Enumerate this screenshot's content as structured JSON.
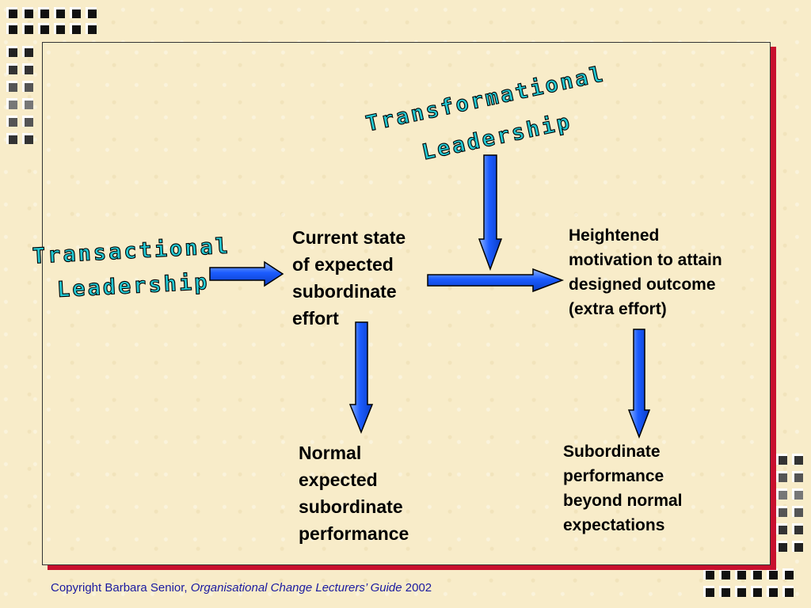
{
  "slide": {
    "transformational_title": [
      "Transformational",
      "Leadership"
    ],
    "transactional_title": [
      "Transactional",
      "Leadership"
    ],
    "box_current": "Current state\nof expected\nsubordinate\neffort",
    "box_heightened": "Heightened\nmotivation to attain\ndesigned outcome\n(extra effort)",
    "box_normal": "Normal\nexpected\nsubordinate\nperformance",
    "box_beyond": "Subordinate\nperformance\nbeyond normal\nexpectations"
  },
  "footer": {
    "prefix": "Copyright Barbara Senior, ",
    "guide": "Organisational Change Lecturers’ Guide",
    "year": " 2002"
  },
  "colors": {
    "arrow_fill": "#1b5cff",
    "wordart_fill": "#23c8d2",
    "frame_shadow": "#c8102e",
    "footer_text": "#1a1aa0"
  },
  "icons": [
    "decorative-squares-icon",
    "arrow-right-icon",
    "arrow-down-icon"
  ]
}
